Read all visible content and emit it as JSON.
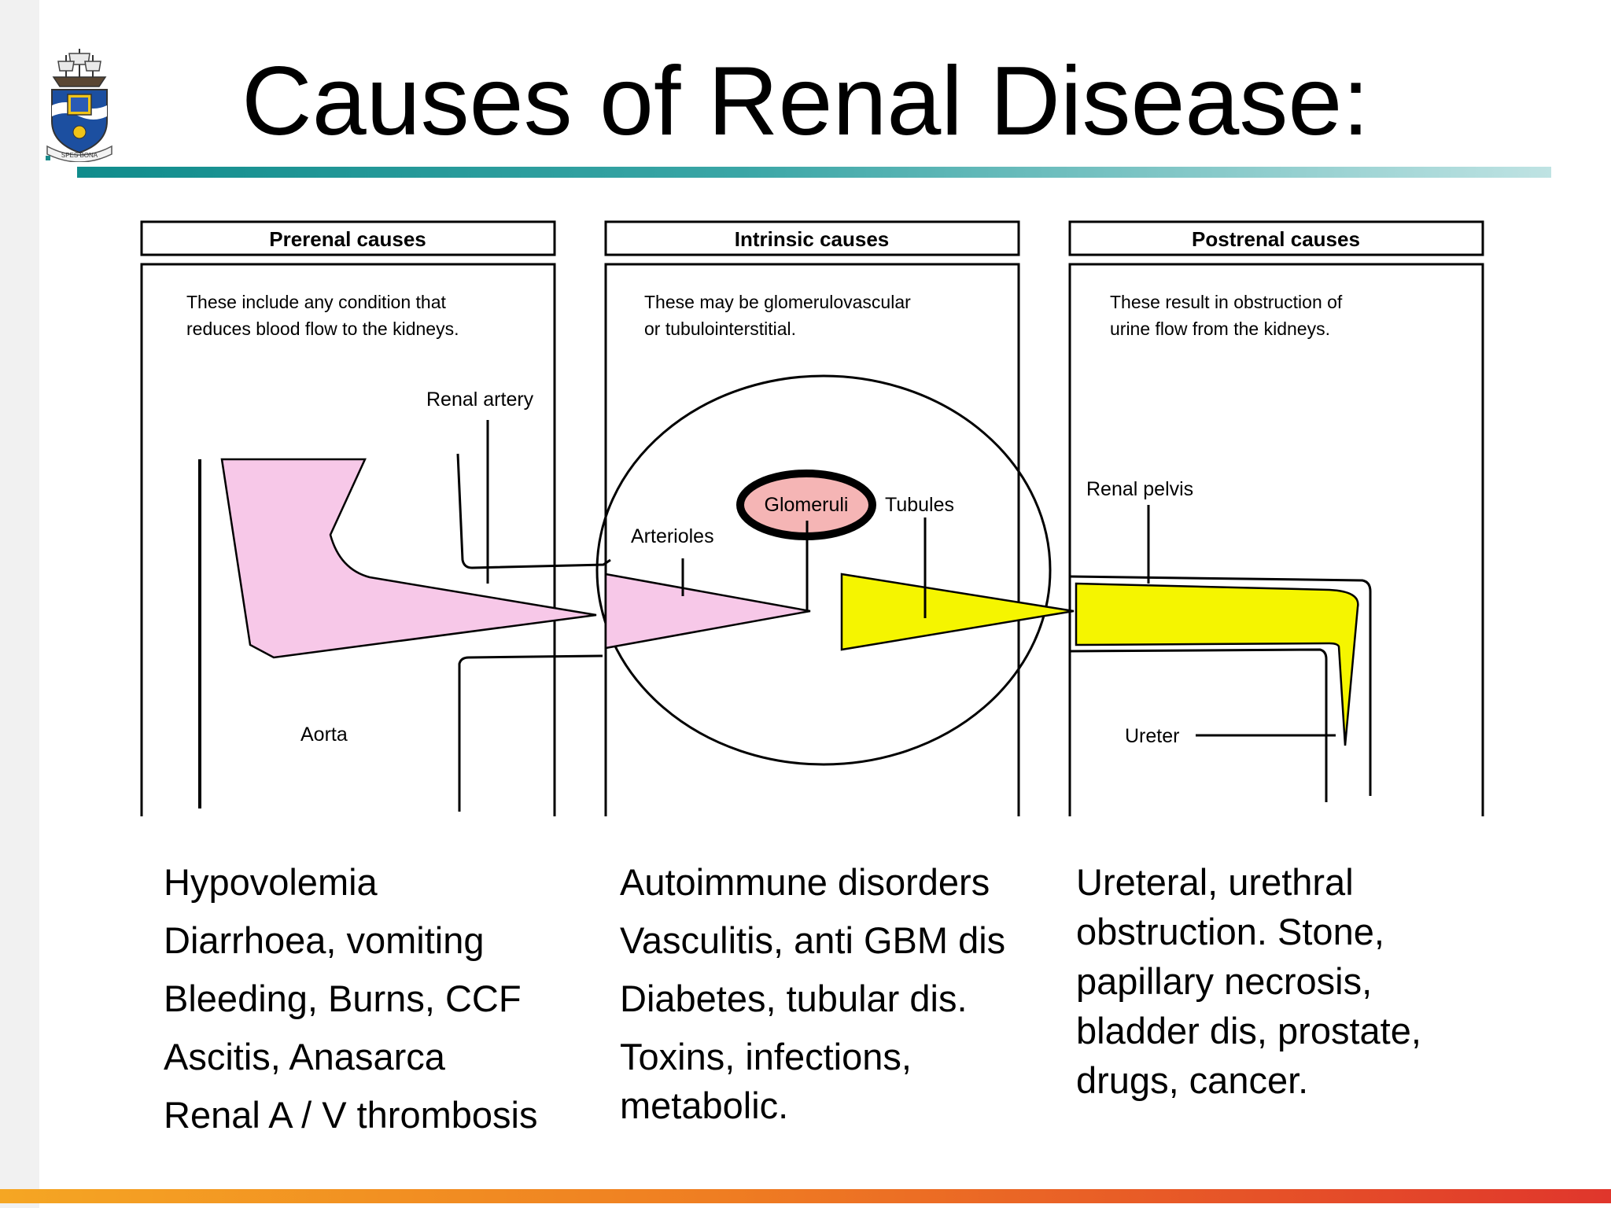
{
  "slide": {
    "title": "Causes of Renal Disease:",
    "colors": {
      "rule_teal": "#108c8c",
      "accent_orange": "#ef7d22",
      "accent_red": "#e0362c",
      "pink": "#f7c8e8",
      "yellow": "#f5f500",
      "glomeruli_fill": "#f5b5b5"
    }
  },
  "logo": {
    "icon": "university-crest-icon",
    "motto": "SPES BONA"
  },
  "diagram": {
    "prerenal": {
      "heading": "Prerenal causes",
      "description": [
        "These include any condition that",
        "reduces blood flow to the kidneys."
      ],
      "labels": {
        "renal_artery": "Renal artery",
        "aorta": "Aorta"
      }
    },
    "intrinsic": {
      "heading": "Intrinsic causes",
      "description": [
        "These may be glomerulovascular",
        "or tubulointerstitial."
      ],
      "labels": {
        "arterioles": "Arterioles",
        "glomeruli": "Glomeruli",
        "tubules": "Tubules"
      }
    },
    "postrenal": {
      "heading": "Postrenal causes",
      "description": [
        "These result in obstruction of",
        "urine flow from the kidneys."
      ],
      "labels": {
        "renal_pelvis": "Renal pelvis",
        "ureter": "Ureter"
      }
    }
  },
  "causes": {
    "prerenal": [
      "Hypovolemia",
      "Diarrhoea, vomiting",
      "Bleeding, Burns, CCF",
      "Ascitis, Anasarca",
      "Renal A / V thrombosis"
    ],
    "intrinsic": [
      "Autoimmune disorders",
      "Vasculitis, anti GBM dis",
      "Diabetes, tubular dis.",
      "Toxins, infections,",
      "metabolic."
    ],
    "postrenal": [
      "Ureteral, urethral",
      "obstruction. Stone,",
      "papillary necrosis,",
      "bladder dis, prostate,",
      "drugs, cancer."
    ]
  }
}
